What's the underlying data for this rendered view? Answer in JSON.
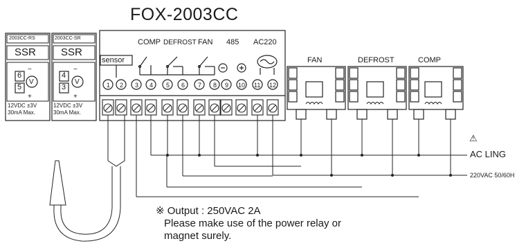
{
  "title": "FOX-2003CC",
  "modules": [
    {
      "model": "2003CC-RS",
      "ssr": "SSR",
      "term_top": "6",
      "term_bottom": "5",
      "sign_minus": "−",
      "sign_plus": "+",
      "voltage": "12VDC ±3V",
      "current": "30mA Max."
    },
    {
      "model": "2003CC-SR",
      "ssr": "SSR",
      "term_top": "4",
      "term_bottom": "3",
      "sign_minus": "−",
      "sign_plus": "+",
      "voltage": "12VDC ±3V",
      "current": "30mA Max."
    }
  ],
  "controller": {
    "sensor_label": "sensor",
    "group_labels": {
      "comp": "COMP",
      "defrost": "DEFROST",
      "fan": "FAN",
      "rs485": "485",
      "ac": "AC220"
    },
    "terminals": [
      "1",
      "2",
      "3",
      "4",
      "5",
      "6",
      "7",
      "8",
      "9",
      "10",
      "11",
      "12"
    ],
    "sign_minus": "−",
    "sign_plus": "+"
  },
  "relays": [
    {
      "label": "FAN"
    },
    {
      "label": "DEFROST"
    },
    {
      "label": "COMP"
    }
  ],
  "lines": {
    "warning_symbol": "⚠",
    "ac_line": "AC LING",
    "supply": "220VAC 50/60H"
  },
  "note": {
    "marker": "※",
    "line1": "Output : 250VAC 2A",
    "line2": "Please make use of the power relay or",
    "line3": "magnet surely."
  }
}
